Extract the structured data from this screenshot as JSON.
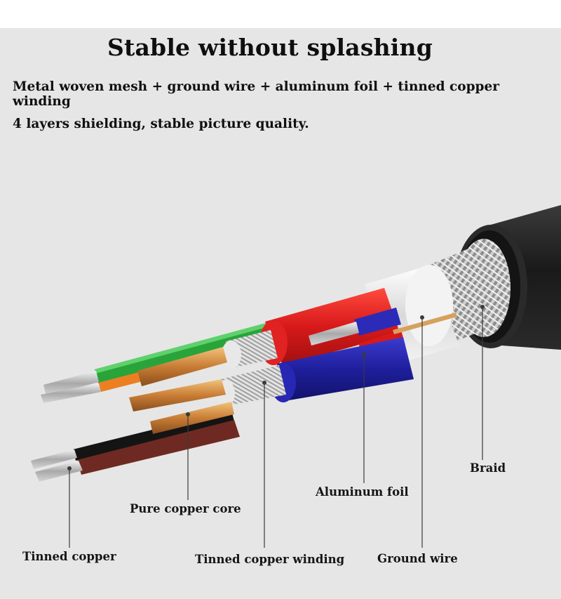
{
  "header": {
    "title": "Stable without splashing",
    "line1": "Metal woven mesh + ground wire + aluminum foil + tinned copper winding",
    "line2": "4 layers shielding, stable picture quality."
  },
  "labels": {
    "braid": "Braid",
    "aluminum_foil": "Aluminum foil",
    "pure_copper_core": "Pure copper core",
    "tinned_copper": "Tinned copper",
    "tinned_copper_winding": "Tinned copper winding",
    "ground_wire": "Ground wire"
  },
  "colors": {
    "background": "#e6e6e6",
    "jacket": "#1e1e1e",
    "red": "#d8191a",
    "blue": "#1f1f9e",
    "green": "#28a43a",
    "brown": "#6e2a22",
    "copper": "#d08a45"
  }
}
